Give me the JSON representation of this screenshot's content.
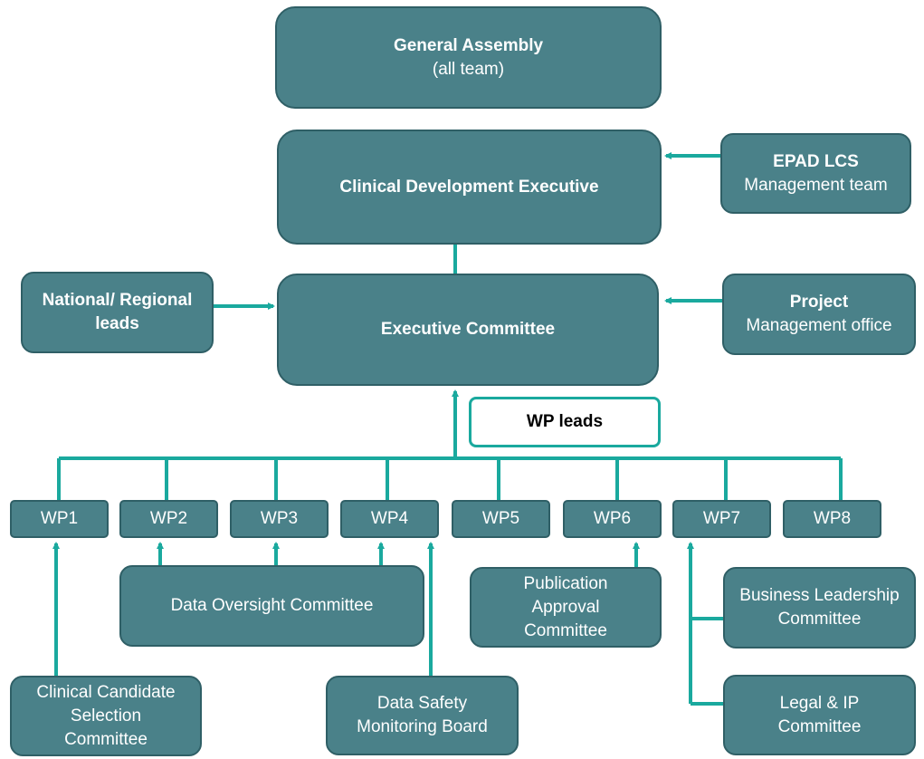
{
  "colors": {
    "box_fill": "#4a8189",
    "box_border": "#2f5f66",
    "connector": "#1aa99e",
    "text": "#ffffff"
  },
  "general_assembly": {
    "title": "General Assembly",
    "subtitle": "(all team)"
  },
  "clinical_dev_exec": {
    "title": "Clinical Development Executive"
  },
  "epad": {
    "title": "EPAD LCS",
    "subtitle": "Management team"
  },
  "national_leads": {
    "line1": "National/ Regional",
    "line2": "leads"
  },
  "exec_committee": {
    "title": "Executive Committee"
  },
  "project": {
    "title": "Project",
    "subtitle": "Management office"
  },
  "wp_leads_label": "WP leads",
  "work_packages": [
    "WP1",
    "WP2",
    "WP3",
    "WP4",
    "WP5",
    "WP6",
    "WP7",
    "WP8"
  ],
  "data_oversight": "Data Oversight Committee",
  "publication": {
    "line1": "Publication",
    "line2": "Approval",
    "line3": "Committee"
  },
  "business_leadership": {
    "line1": "Business Leadership",
    "line2": "Committee"
  },
  "legal_ip": {
    "line1": "Legal & IP",
    "line2": "Committee"
  },
  "clinical_candidate": {
    "line1": "Clinical Candidate",
    "line2": "Selection",
    "line3": "Committee"
  },
  "dsmb": {
    "line1": "Data Safety",
    "line2": "Monitoring Board"
  }
}
